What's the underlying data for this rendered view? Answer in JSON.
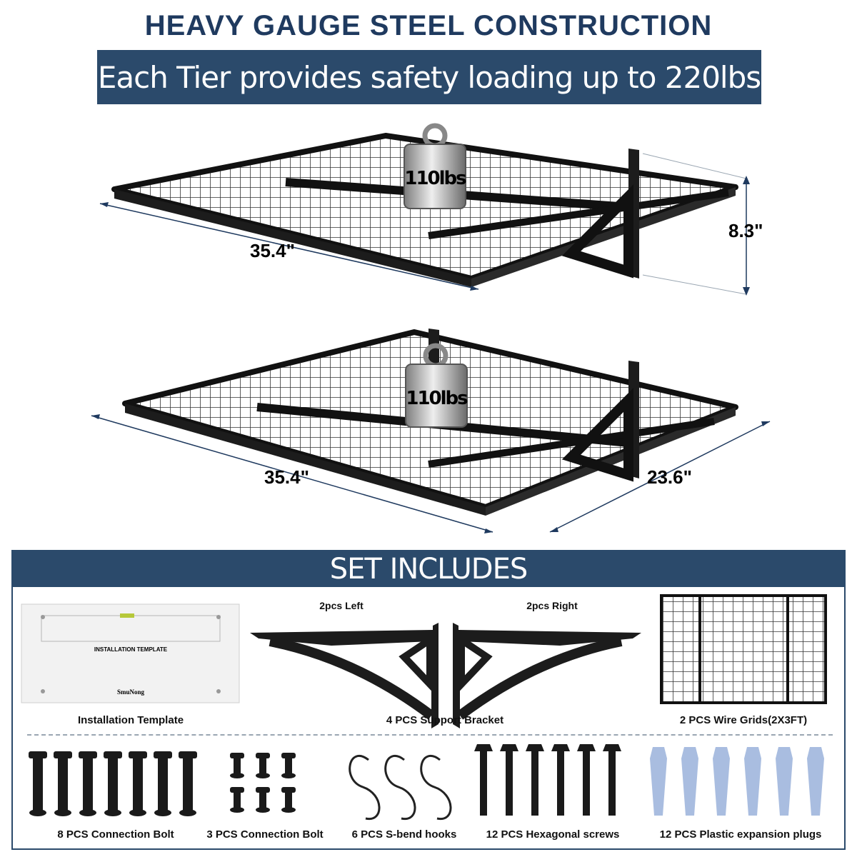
{
  "header": {
    "title": "HEAVY GAUGE STEEL CONSTRUCTION",
    "banner": "Each Tier provides safety loading up to 220lbs"
  },
  "shelves": {
    "weight_label": "110lbs",
    "top": {
      "width": "35.4\"",
      "height": "8.3\""
    },
    "bottom": {
      "width": "35.4\"",
      "depth": "23.6\""
    }
  },
  "set": {
    "title": "SET INCLUDES",
    "left_bracket": "2pcs Left",
    "right_bracket": "2pcs Right",
    "template_heading": "INSTALLATION TEMPLATE",
    "template_brand": "SmuNong",
    "items": [
      "Installation Template",
      "4 PCS Support Bracket",
      "2 PCS Wire Grids(2X3FT)"
    ],
    "hardware": [
      "8 PCS Connection Bolt",
      "3 PCS Connection Bolt",
      "6 PCS S-bend hooks",
      "12 PCS Hexagonal screws",
      "12 PCS Plastic expansion plugs"
    ]
  },
  "colors": {
    "navy": "#1f3a5f",
    "banner_bg": "#2b4a6b",
    "banner_text": "#ffffff",
    "steel": "#1c1c1c",
    "plug": "#a9bde0"
  }
}
